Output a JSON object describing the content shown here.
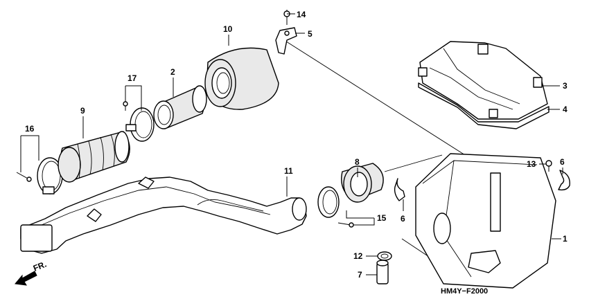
{
  "diagram": {
    "callouts": {
      "c1": "1",
      "c2": "2",
      "c3": "3",
      "c4": "4",
      "c5": "5",
      "c6a": "6",
      "c6b": "6",
      "c7": "7",
      "c8": "8",
      "c9": "9",
      "c10": "10",
      "c11": "11",
      "c12": "12",
      "c13": "13",
      "c14": "14",
      "c15": "15",
      "c16": "16",
      "c17": "17"
    },
    "direction_label": "FR.",
    "drawing_code": "HM4Y−F2000"
  },
  "colors": {
    "line": "#000000",
    "fill_dot": "#e9e9e9",
    "background": "#ffffff"
  }
}
